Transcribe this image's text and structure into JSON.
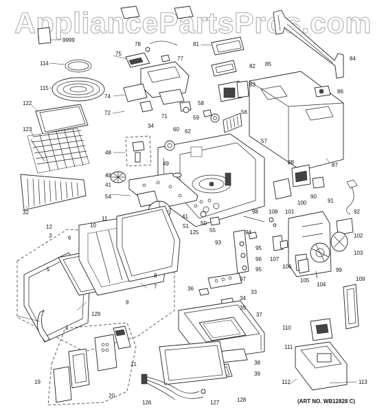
{
  "watermark": "AppliancePartsPros.com",
  "art_number": "(ART NO. WB12828 C)",
  "callouts": {
    "c9999": "9999",
    "c114": "114",
    "c115": "115",
    "c122": "122",
    "c123": "123",
    "c32": "32",
    "c78": "78",
    "c77": "77",
    "c75": "75",
    "c74": "74",
    "c72": "72",
    "c71": "71",
    "c34a": "34",
    "c62": "62",
    "c81": "81",
    "c82": "82",
    "c83": "83",
    "c84": "84",
    "c85": "85",
    "c86": "86",
    "c58": "58",
    "c59": "59",
    "c56": "56",
    "c57": "57",
    "c60": "60",
    "c87": "87",
    "c48": "48",
    "c49": "49",
    "c42": "42",
    "c41a": "41",
    "c54": "54",
    "c41b": "41",
    "c51": "51",
    "c50": "50",
    "c55": "55",
    "c93": "93",
    "c88": "88",
    "c90": "90",
    "c91": "91",
    "c92": "92",
    "c98": "98",
    "c108": "108",
    "c101": "101",
    "c100": "100",
    "c102": "102",
    "c103": "103",
    "c94": "94",
    "c95a": "95",
    "c96": "96",
    "c95b": "95",
    "c97": "97",
    "c107": "107",
    "c106": "106",
    "c105": "105",
    "c104": "104",
    "c99": "99",
    "c12": "12",
    "c3": "3",
    "c6": "6",
    "c10": "10",
    "c11": "11",
    "c125": "125",
    "c5": "5",
    "c8": "8",
    "c7": "7",
    "c9": "9",
    "c129": "129",
    "c1": "1",
    "c36": "36",
    "c33": "33",
    "c34b": "34",
    "c35": "35",
    "c37": "37",
    "c109": "109",
    "c110": "110",
    "c111": "111",
    "c112": "112",
    "c113": "113",
    "c21": "21",
    "c38": "38",
    "c39": "39",
    "c19": "19",
    "c20": "20",
    "c126": "126",
    "c127": "127",
    "c128": "128"
  }
}
